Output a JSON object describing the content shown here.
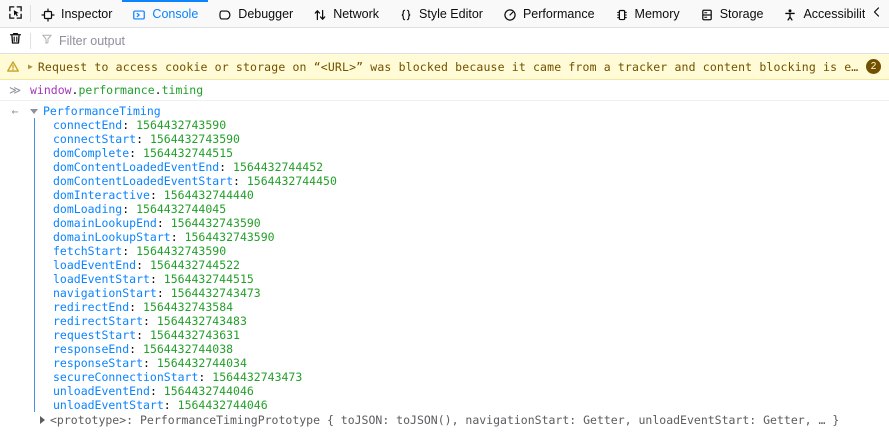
{
  "toolbar": {
    "picker_icon": "element-picker-icon",
    "overflow_icon": "chevron-left-icon",
    "tabs": [
      {
        "label": "Inspector",
        "icon": "inspector-target-icon",
        "active": false
      },
      {
        "label": "Console",
        "icon": "console-chevron-icon",
        "active": true
      },
      {
        "label": "Debugger",
        "icon": "debugger-tag-icon",
        "active": false
      },
      {
        "label": "Network",
        "icon": "network-arrows-icon",
        "active": false
      },
      {
        "label": "Style Editor",
        "icon": "style-editor-braces-icon",
        "active": false
      },
      {
        "label": "Performance",
        "icon": "performance-gauge-icon",
        "active": false
      },
      {
        "label": "Memory",
        "icon": "memory-chip-icon",
        "active": false
      },
      {
        "label": "Storage",
        "icon": "storage-database-icon",
        "active": false
      },
      {
        "label": "Accessibility",
        "icon": "accessibility-person-icon",
        "active": false
      }
    ]
  },
  "filterbar": {
    "clear_icon": "trash-icon",
    "filter_icon": "funnel-icon",
    "placeholder": "Filter output"
  },
  "warning": {
    "icon": "warning-triangle-icon",
    "twisty": "▶",
    "message": "Request to access cookie or storage on “<URL>” was blocked because it came from a tracker and content blocking is enabled.",
    "count": "2",
    "bg_color": "#fffbd6",
    "text_color": "#715100"
  },
  "console": {
    "input_prompt": "≫",
    "input_tokens": {
      "object": "window",
      "dot1": ".",
      "prop1": "performance",
      "dot2": ".",
      "prop2": "timing"
    },
    "input_full": "window.performance.timing",
    "result_arrow": "←",
    "result_object": "PerformanceTiming",
    "properties": [
      {
        "name": "connectEnd",
        "value": "1564432743590"
      },
      {
        "name": "connectStart",
        "value": "1564432743590"
      },
      {
        "name": "domComplete",
        "value": "1564432744515"
      },
      {
        "name": "domContentLoadedEventEnd",
        "value": "1564432744452"
      },
      {
        "name": "domContentLoadedEventStart",
        "value": "1564432744450"
      },
      {
        "name": "domInteractive",
        "value": "1564432744440"
      },
      {
        "name": "domLoading",
        "value": "1564432744045"
      },
      {
        "name": "domainLookupEnd",
        "value": "1564432743590"
      },
      {
        "name": "domainLookupStart",
        "value": "1564432743590"
      },
      {
        "name": "fetchStart",
        "value": "1564432743590"
      },
      {
        "name": "loadEventEnd",
        "value": "1564432744522"
      },
      {
        "name": "loadEventStart",
        "value": "1564432744515"
      },
      {
        "name": "navigationStart",
        "value": "1564432743473"
      },
      {
        "name": "redirectEnd",
        "value": "1564432743584"
      },
      {
        "name": "redirectStart",
        "value": "1564432743483"
      },
      {
        "name": "requestStart",
        "value": "1564432743631"
      },
      {
        "name": "responseEnd",
        "value": "1564432744038"
      },
      {
        "name": "responseStart",
        "value": "1564432744034"
      },
      {
        "name": "secureConnectionStart",
        "value": "1564432743473"
      },
      {
        "name": "unloadEventEnd",
        "value": "1564432744046"
      },
      {
        "name": "unloadEventStart",
        "value": "1564432744046"
      }
    ],
    "prototype_label": "<prototype>: PerformanceTimingPrototype { toJSON: toJSON(), navigationStart: Getter, unloadEventStart: Getter, … }"
  },
  "colors": {
    "accent": "#0a84ff",
    "property_name": "#0a84ff",
    "property_value": "#22a02a",
    "variable": "#a535ba",
    "toolbar_bg": "#f9f9fa",
    "warning_bg": "#fffbd6"
  }
}
